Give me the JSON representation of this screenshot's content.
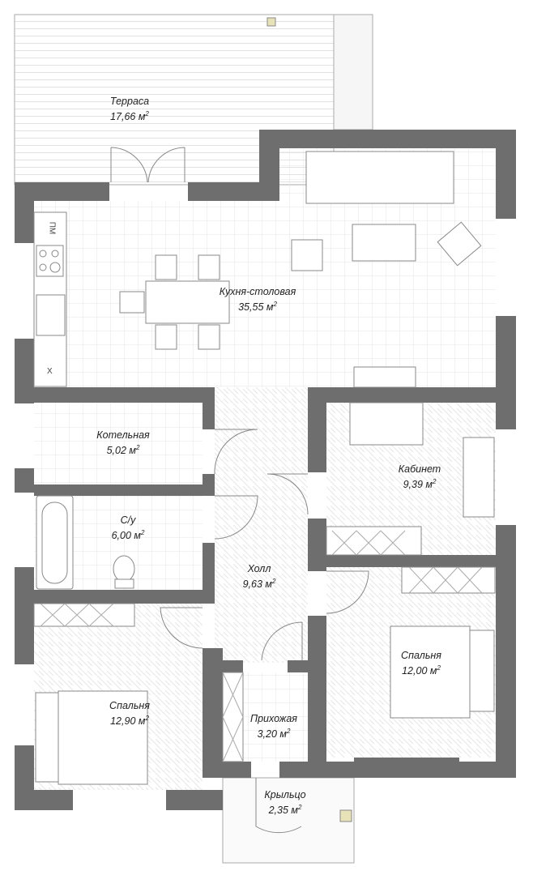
{
  "rooms": [
    {
      "name": "Терраса",
      "area": "17,66 м",
      "sup": "2"
    },
    {
      "name": "Кухня-столовая",
      "area": "35,55 м",
      "sup": "2"
    },
    {
      "name": "Котельная",
      "area": "5,02 м",
      "sup": "2"
    },
    {
      "name": "С/у",
      "area": "6,00 м",
      "sup": "2"
    },
    {
      "name": "Холл",
      "area": "9,63 м",
      "sup": "2"
    },
    {
      "name": "Кабинет",
      "area": "9,39 м",
      "sup": "2"
    },
    {
      "name": "Спальня",
      "area": "12,00 м",
      "sup": "2"
    },
    {
      "name": "Спальня",
      "area": "12,90 м",
      "sup": "2"
    },
    {
      "name": "Прихожая",
      "area": "3,20 м",
      "sup": "2"
    },
    {
      "name": "Крыльцо",
      "area": "2,35 м",
      "sup": "2"
    }
  ],
  "kitchen_marks": {
    "dishwasher": "ПМ",
    "fridge": "Х"
  },
  "colors": {
    "wall": "#6e6e6e",
    "line": "#888888",
    "pillar": "#e8e2b8"
  }
}
